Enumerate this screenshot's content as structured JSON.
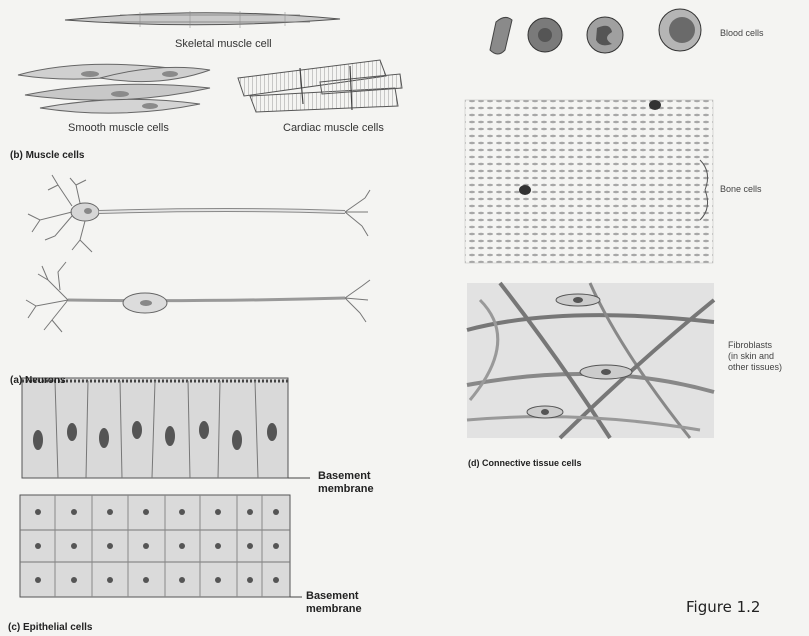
{
  "labels": {
    "skeletal": "Skeletal muscle cell",
    "smooth": "Smooth muscle cells",
    "cardiac": "Cardiac muscle cells",
    "muscle_caption_letter": "(b)",
    "muscle_caption": "Muscle cells",
    "neurons_caption_letter": "(a)",
    "neurons_caption": "Neurons",
    "basement_1_line1": "Basement",
    "basement_1_line2": "membrane",
    "basement_2_line1": "Basement",
    "basement_2_line2": "membrane",
    "epithelial_caption_letter": "(c)",
    "epithelial_caption": "Epithelial cells",
    "blood": "Blood cells",
    "bone": "Bone cells",
    "fibro_line1": "Fibroblasts",
    "fibro_line2": "(in skin and",
    "fibro_line3": "other tissues)",
    "connective_caption_letter": "(d)",
    "connective_caption": "Connective tissue cells",
    "figure": "Figure 1.2"
  }
}
